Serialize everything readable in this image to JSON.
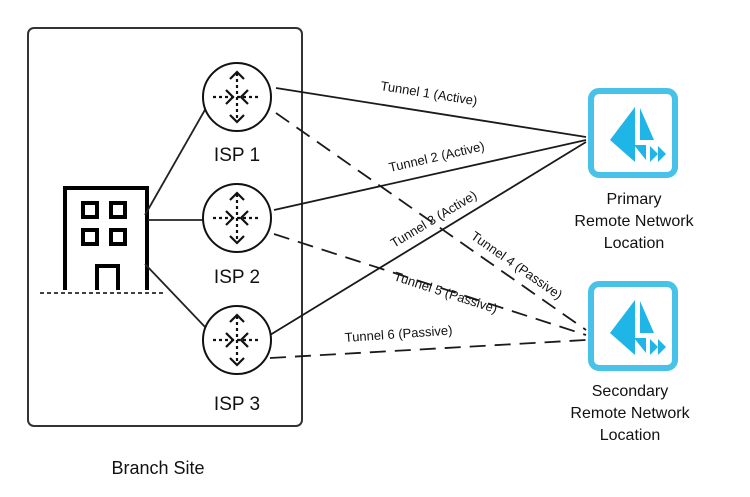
{
  "branch": {
    "label": "Branch Site"
  },
  "isps": [
    {
      "label": "ISP 1"
    },
    {
      "label": "ISP 2"
    },
    {
      "label": "ISP 3"
    }
  ],
  "locations": {
    "primary": {
      "lines": [
        "Primary",
        "Remote Network",
        "Location"
      ]
    },
    "secondary": {
      "lines": [
        "Secondary",
        "Remote Network",
        "Location"
      ]
    }
  },
  "tunnels": [
    {
      "label": "Tunnel 1 (Active)",
      "from": "ISP 1",
      "to": "Primary",
      "style": "solid"
    },
    {
      "label": "Tunnel 2 (Active)",
      "from": "ISP 2",
      "to": "Primary",
      "style": "solid"
    },
    {
      "label": "Tunnel 3 (Active)",
      "from": "ISP 3",
      "to": "Primary",
      "style": "solid"
    },
    {
      "label": "Tunnel 4 (Passive)",
      "from": "ISP 1",
      "to": "Secondary",
      "style": "dashed"
    },
    {
      "label": "Tunnel 5 (Passive)",
      "from": "ISP 2",
      "to": "Secondary",
      "style": "dashed"
    },
    {
      "label": "Tunnel 6 (Passive)",
      "from": "ISP 3",
      "to": "Secondary",
      "style": "dashed"
    }
  ],
  "colors": {
    "accent": "#1fb5e6",
    "line": "#1a1a1a"
  }
}
